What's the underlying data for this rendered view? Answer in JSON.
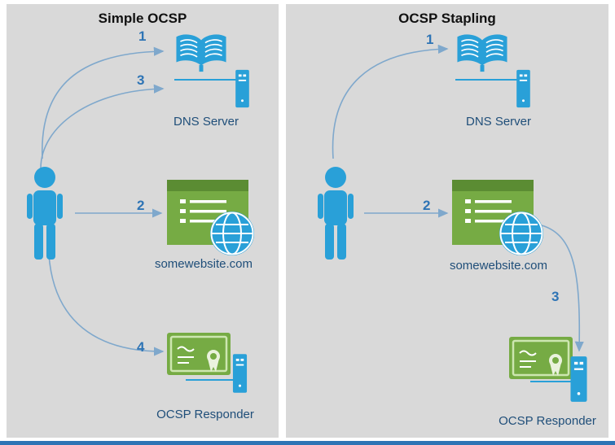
{
  "left_panel": {
    "title": "Simple OCSP",
    "labels": {
      "dns": "DNS Server",
      "website": "somewebsite.com",
      "ocsp": "OCSP Responder"
    },
    "steps": {
      "to_dns_first": "1",
      "to_website": "2",
      "to_dns_second": "3",
      "to_ocsp": "4"
    }
  },
  "right_panel": {
    "title": "OCSP Stapling",
    "labels": {
      "dns": "DNS Server",
      "website": "somewebsite.com",
      "ocsp": "OCSP Responder"
    },
    "steps": {
      "to_dns": "1",
      "to_website": "2",
      "website_to_ocsp": "3"
    }
  },
  "icons": {
    "client": "person-icon",
    "dns": "directory-book-icon",
    "dns_host": "server-tower-icon",
    "website": "browser-window-icon",
    "website_globe": "globe-icon",
    "ocsp_certificate": "certificate-icon",
    "ocsp_host": "server-tower-icon"
  },
  "colors": {
    "panel_bg": "#d9d9d9",
    "icon_blue": "#29a0d8",
    "icon_green": "#76ab44",
    "icon_green_dark": "#5b8c33",
    "arrow_blue": "#7fa8cc",
    "number_blue": "#2e74b5",
    "label_navy": "#1f4e79"
  }
}
